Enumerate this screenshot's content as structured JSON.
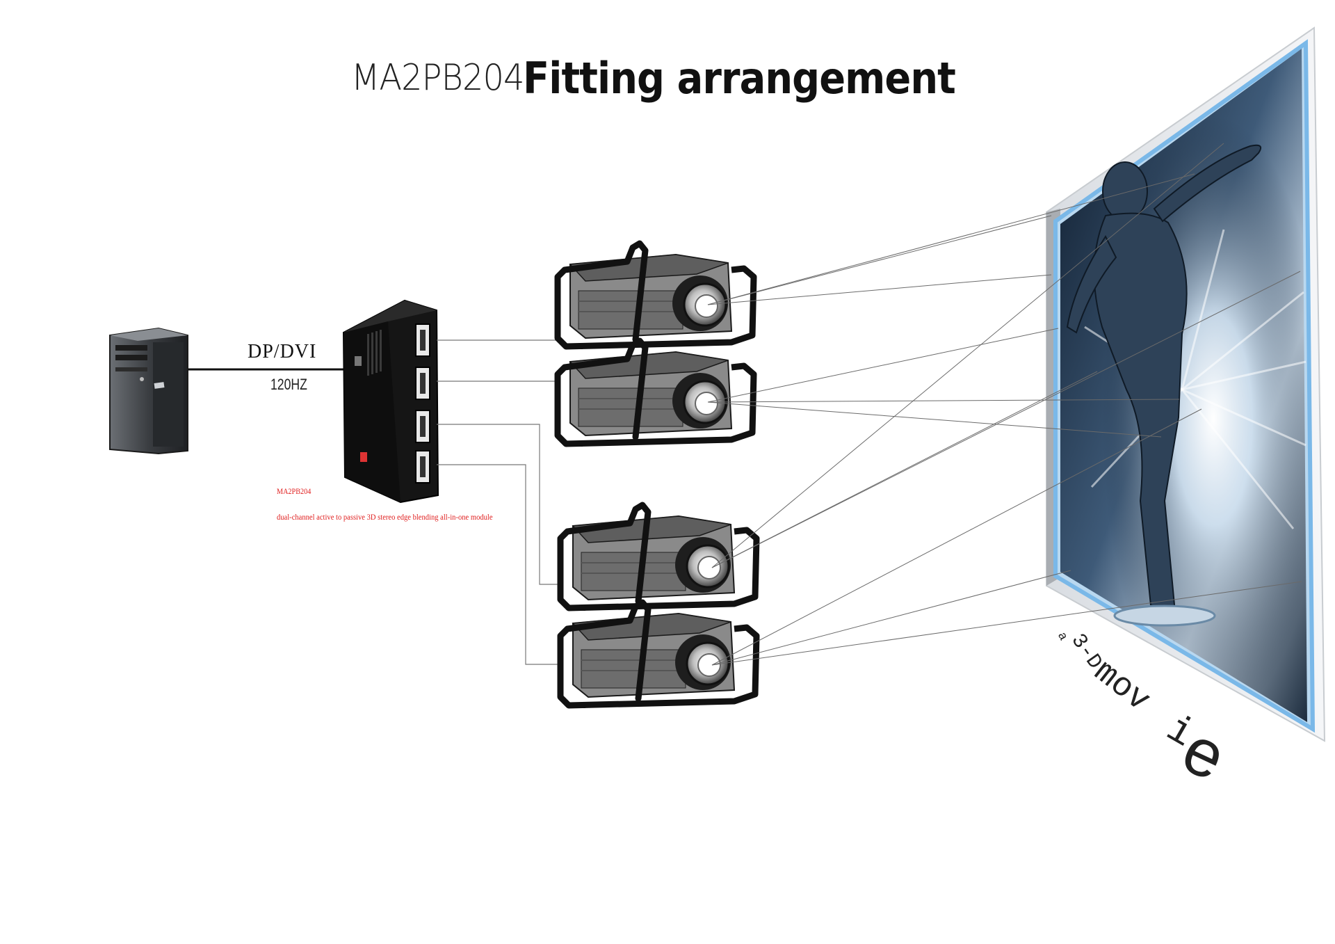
{
  "title": {
    "model": "MA2PB204",
    "main": "Fitting arrangement"
  },
  "computer": {
    "icon": "desktop-tower-icon"
  },
  "connection": {
    "interface": "DP/DVI",
    "refresh": "120HZ"
  },
  "module": {
    "icon": "edge-blending-module-icon",
    "name": "MA2PB204",
    "description": "dual-channel active to passive 3D stereo edge blending all-in-one module"
  },
  "projectors": {
    "icon": "projector-icon",
    "stacks": 2,
    "per_stack": 2
  },
  "screen": {
    "icon": "3d-screen-icon",
    "caption": {
      "a": "a",
      "three_d": "3-D",
      "mov": "mov",
      "i": "i",
      "e": "e"
    }
  },
  "colors": {
    "module_text": "#e02020",
    "frame_glow": "#7ab8e8",
    "cable": "#111111"
  }
}
